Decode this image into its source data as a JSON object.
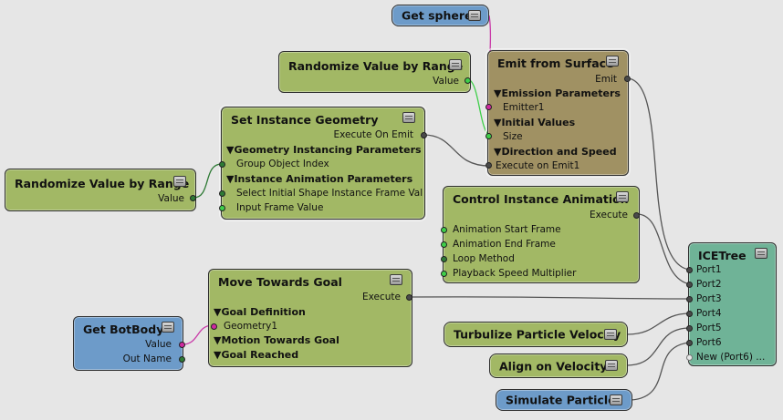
{
  "colors": {
    "node_green": "#a2b865",
    "node_olive": "#a09163",
    "node_blue": "#6d9bc9",
    "node_teal": "#6fb397",
    "wire_dark": "#555555",
    "wire_green": "#3fcf4a",
    "wire_magenta": "#c93aa8",
    "background": "#e6e6e6"
  },
  "icons": {
    "node_menu": "grip-icon"
  },
  "nodes": {
    "get_sphere": {
      "title": "Get sphere"
    },
    "randomize_top": {
      "title": "Randomize Value by Range",
      "value": "Value"
    },
    "emit_from_surface": {
      "title": "Emit from Surface",
      "emit": "Emit",
      "emission_parameters": "▼Emission Parameters",
      "emitter1": "Emitter1",
      "initial_values": "▼Initial Values",
      "size": "Size",
      "direction_and_speed": "▼Direction and Speed",
      "execute_on_emit1": "Execute on Emit1"
    },
    "set_instance_geometry": {
      "title": "Set Instance Geometry",
      "execute_on_emit": "Execute On Emit",
      "geometry_instancing_parameters": "▼Geometry Instancing Parameters",
      "group_object_index": "Group Object Index",
      "instance_animation_parameters": "▼Instance Animation Parameters",
      "select_initial_shape": "Select Initial Shape Instance Frame Val",
      "input_frame_value": "Input Frame Value"
    },
    "randomize_left": {
      "title": "Randomize Value by Range",
      "value": "Value"
    },
    "control_instance_animation": {
      "title": "Control Instance Animation",
      "execute": "Execute",
      "animation_start_frame": "Animation Start Frame",
      "animation_end_frame": "Animation End Frame",
      "loop_method": "Loop Method",
      "playback_speed_multiplier": "Playback Speed Multiplier"
    },
    "move_towards_goal": {
      "title": "Move Towards Goal",
      "execute": "Execute",
      "goal_definition": "▼Goal Definition",
      "geometry1": "Geometry1",
      "motion_towards_goal": "▼Motion Towards Goal",
      "goal_reached": "▼Goal Reached"
    },
    "get_botbody": {
      "title": "Get BotBody",
      "value": "Value",
      "out_name": "Out Name"
    },
    "icetree": {
      "title": "ICETree",
      "ports": [
        "Port1",
        "Port2",
        "Port3",
        "Port4",
        "Port5",
        "Port6",
        "New (Port6) ..."
      ]
    },
    "turbulize": {
      "title": "Turbulize Particle Velocity"
    },
    "align_on_velocity": {
      "title": "Align on Velocity"
    },
    "simulate_particles": {
      "title": "Simulate Particles"
    }
  }
}
